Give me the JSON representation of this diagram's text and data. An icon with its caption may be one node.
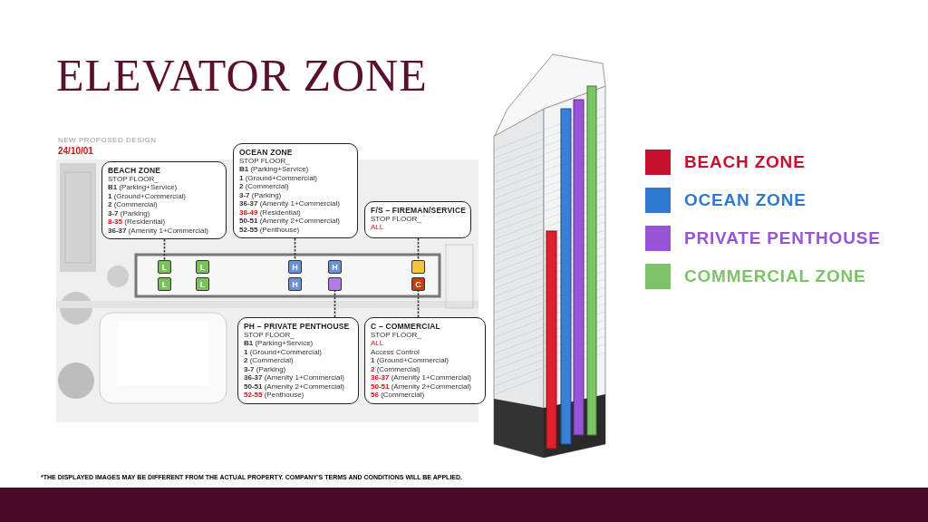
{
  "diagram": {
    "title": "ELEVATOR ZONE",
    "nodes": [
      {
        "text": [
          "BEACH ZONE",
          "STOP FLOOR_",
          "**B1** (Parking+Service)",
          "**1** (Ground+Commercial)",
          "**2** (Commercial)",
          "**3-7** (Parking)",
          "**8-35** (Residential)",
          "**36-37** (Amenity 1+Commercial)"
        ]
      },
      {
        "text": [
          "OCEAN ZONE",
          "STOP FLOOR_",
          "**B1** (Parking+Service)",
          "**1** (Ground+Commercial)",
          "**2** (Commercial)",
          "**3-7** (Parking)",
          "**36-37** (Amenity 1+Commercial)",
          "**38-49** (Residential)",
          "**50-51** (Amenity 2+Commercial)",
          "**52-55** (Penthouse)"
        ]
      },
      {
        "text": [
          "F/S – FIREMAN/SERVICE",
          "STOP FLOOR_",
          "ALL"
        ]
      },
      {
        "text": [
          "L"
        ]
      },
      {
        "text": [
          "L"
        ]
      },
      {
        "text": [
          "H"
        ]
      },
      {
        "text": [
          "H"
        ]
      },
      {
        "text": [],
        "shape": "box"
      },
      {
        "text": [
          "L"
        ]
      },
      {
        "text": [
          "L"
        ]
      },
      {
        "text": [
          "H"
        ]
      },
      {
        "text": [],
        "shape": "box"
      },
      {
        "text": [
          "C"
        ]
      },
      {
        "text": [
          "PH – PRIVATE PENTHOUSE",
          "STOP FLOOR_",
          "**B1** (Parking+Service)",
          "**1** (Ground+Commercial)",
          "**2** (Commercial)",
          "**3-7** (Parking)",
          "**36-37** (Amenity 1+Commercial)",
          "**50-51** (Amenity 2+Commercial)",
          "**52-55** (Penthouse)"
        ]
      },
      {
        "text": [
          "C – COMMERCIAL",
          "STOP FLOOR_",
          "ALL",
          "Access Control",
          "**1** (Ground+Commercial)",
          "**2** (Commercial)",
          "**36-37** (Amenity 1+Commercial)",
          "**50-51** (Amenity 2+Commercial)",
          "**56** (Commercial)"
        ]
      }
    ],
    "edges": [
      {
        "from": 0,
        "to": 3,
        "arrow": "none",
        "style": "dashed"
      },
      {
        "from": 1,
        "to": 5,
        "arrow": "none",
        "style": "dashed"
      },
      {
        "from": 2,
        "to": 7,
        "arrow": "none",
        "style": "dashed"
      },
      {
        "from": 13,
        "to": 11,
        "arrow": "none",
        "style": "dashed"
      },
      {
        "from": 14,
        "to": 12,
        "arrow": "none",
        "style": "dashed"
      }
    ],
    "labels": [
      "NEW PROPOSED DESIGN",
      "24/10/01",
      "*THE DISPLAYED IMAGES MAY BE DIFFERENT FROM THE ACTUAL PROPERTY. COMPANY'S TERMS AND CONDITIONS WILL BE APPLIED."
    ],
    "legend": [
      {
        "text": "BEACH ZONE",
        "color": "#c8102e"
      },
      {
        "text": "OCEAN ZONE",
        "color": "#2f7ad1"
      },
      {
        "text": "PRIVATE PENTHOUSE",
        "color": "#9a55d6"
      },
      {
        "text": "COMMERCIAL ZONE",
        "color": "#7cc36a"
      }
    ]
  }
}
